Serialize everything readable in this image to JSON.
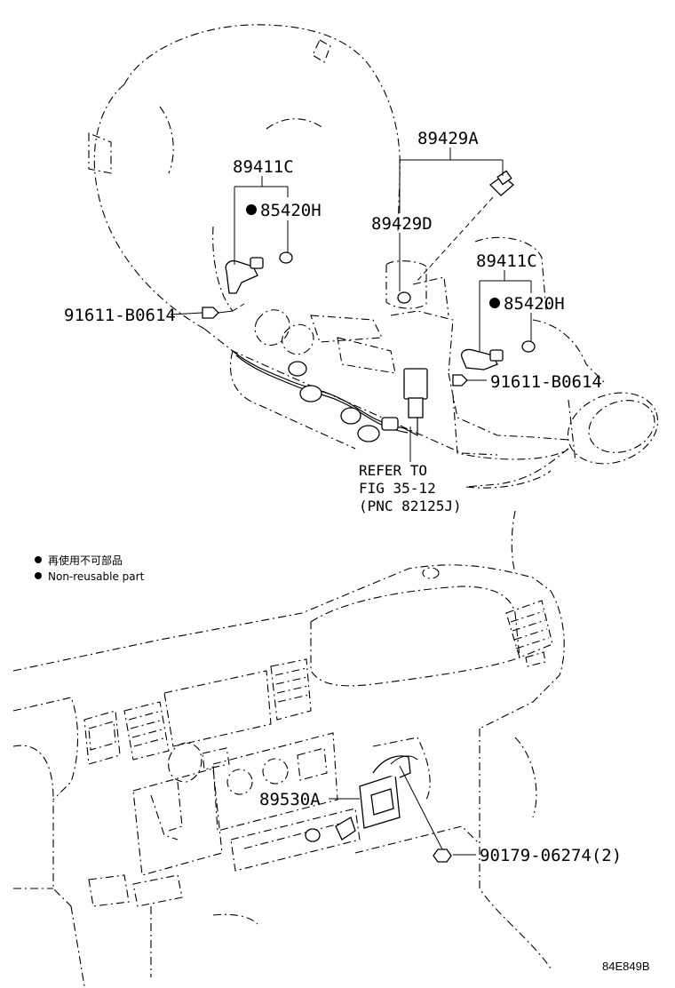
{
  "labels": {
    "p89411c_left": "89411C",
    "p85420h_left": "85420H",
    "p91611_left": "91611-B0614",
    "p89429a": "89429A",
    "p89429d": "89429D",
    "p89411c_right": "89411C",
    "p85420h_right": "85420H",
    "p91611_right": "91611-B0614",
    "refer_line1": "REFER TO",
    "refer_line2": "FIG 35-12",
    "refer_line3": "(PNC 82125J)",
    "p89530a": "89530A",
    "p90179": "90179-06274(2)"
  },
  "legend": {
    "japanese": "再使用不可部品",
    "english": "Non-reusable part"
  },
  "diagram_code": "84E849B"
}
